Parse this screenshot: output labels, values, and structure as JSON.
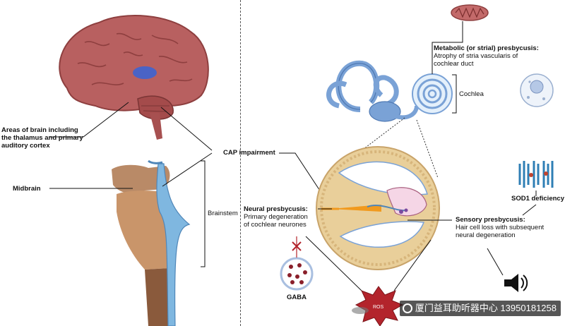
{
  "labels": {
    "brain_areas": [
      "Areas of brain including",
      "the thalamus and primary",
      "auditory cortex"
    ],
    "midbrain": "Midbrain",
    "brainstem": "Brainstem",
    "cap": "CAP impairment",
    "metabolic_title": "Metabolic (or strial) presbycusis:",
    "metabolic_desc": [
      "Atrophy of stria vascularis of",
      "cochlear duct"
    ],
    "cochlea": "Cochlea",
    "neural_title": "Neural presbycusis:",
    "neural_desc": [
      "Primary degeneration",
      "of cochlear neurones"
    ],
    "sod1": "SOD1 deficiency",
    "sensory_title": "Sensory presbycusis:",
    "sensory_desc": [
      "Hair cell loss with subsequent",
      "neural degeneration"
    ],
    "gaba": "GABA",
    "ros": "ROS"
  },
  "watermark": "厦门益耳助听器中心 13950181258",
  "colors": {
    "brain": "#b86060",
    "brain_dark": "#8e3f3f",
    "thalamus": "#4a63c6",
    "brainstem_tan": "#c9956a",
    "brainstem_brown": "#8a5a3c",
    "cochlea_blue": "#7aa2d6",
    "bone": "#e9cf9a",
    "nerve_orange": "#f19a1e",
    "ros_red": "#b3242c",
    "gaba_dots": "#8a1f2a"
  },
  "icons": [
    "brain-icon",
    "brainstem-icon",
    "inner-ear-icon",
    "mitochondrion-icon",
    "cell-icon",
    "cochlea-cross-section-icon",
    "sod1-protein-icon",
    "gaba-vesicle-icon",
    "ros-burst-icon",
    "speaker-icon",
    "inhibition-x-icon"
  ]
}
